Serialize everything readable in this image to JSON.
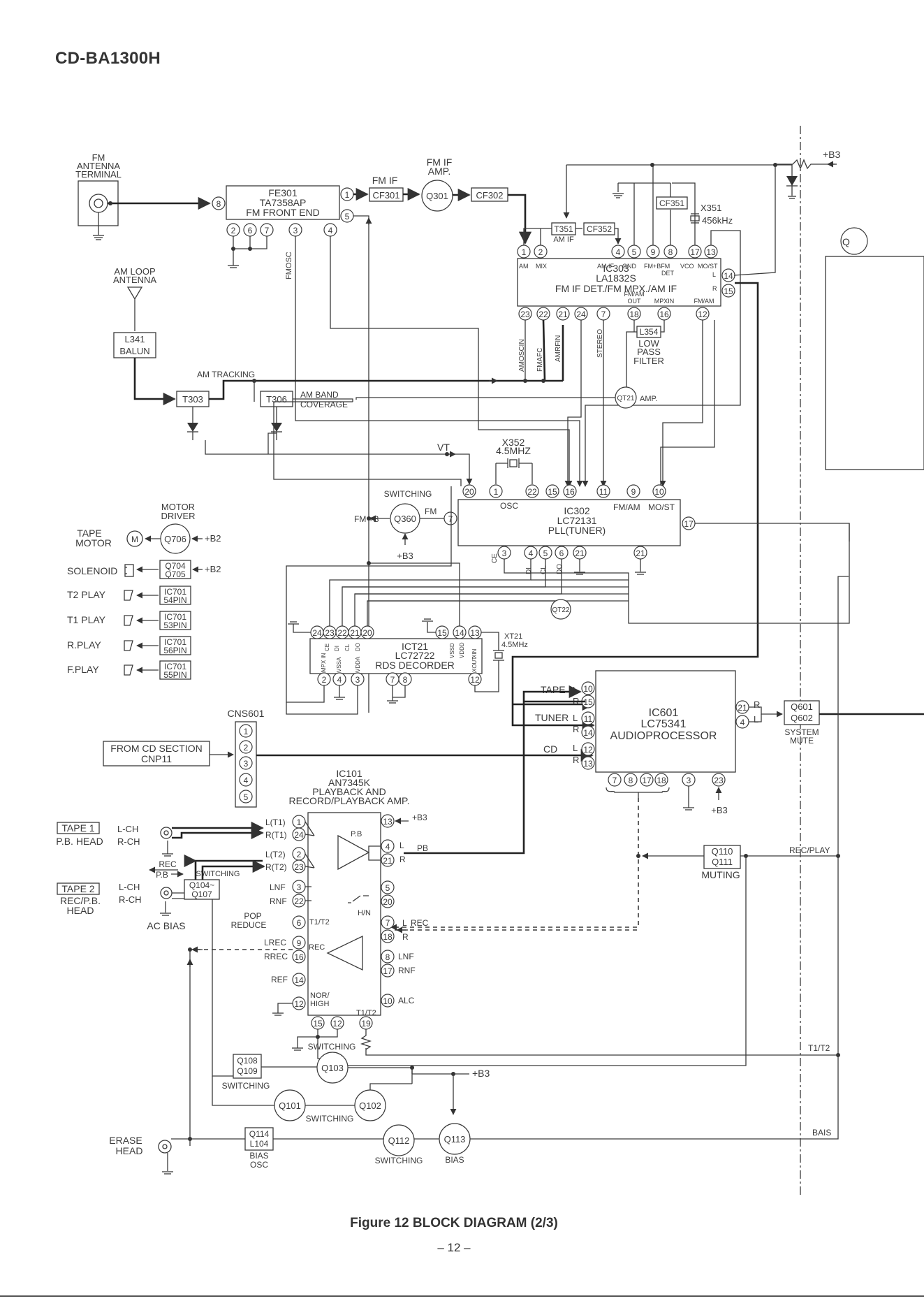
{
  "header": {
    "model": "CD-BA1300H"
  },
  "footer": {
    "caption": "Figure 12 BLOCK DIAGRAM (2/3)",
    "page": "– 12 –"
  },
  "supply": {
    "b3": "+B3",
    "b2": "+B2",
    "fm_b": "FM +B"
  },
  "antenna": {
    "fm": [
      "FM",
      "ANTENNA",
      "TERMINAL"
    ],
    "am": [
      "AM LOOP",
      "ANTENNA"
    ],
    "balun": [
      "L341",
      "BALUN"
    ]
  },
  "fe301": {
    "lines": [
      "FE301",
      "TA7358AP",
      "FM FRONT END"
    ],
    "fmosc": "FMOSC",
    "pins": {
      "p8": "8",
      "p1": "1",
      "p5": "5",
      "p2": "2",
      "p6": "6",
      "p7": "7",
      "p3": "3",
      "p4": "4"
    }
  },
  "fm_if": {
    "label": "FM IF",
    "cf301": "CF301",
    "cf302": "CF302",
    "amp": [
      "FM IF",
      "AMP."
    ],
    "q301": "Q301"
  },
  "am_if": {
    "t351": "T351",
    "cf352": "CF352",
    "label": "AM IF",
    "cf351": "CF351",
    "x351": "X351",
    "freq": "456kHz"
  },
  "ic303": {
    "lines": [
      "IC303",
      "LA1832S",
      "FM IF DET./FM MPX./AM IF"
    ],
    "top_labels": [
      "AM",
      "MIX",
      "AM IF",
      "GND",
      "FM+BFM",
      "DET",
      "VCO",
      "MO/ST",
      "L",
      "R"
    ],
    "bottom_labels": [
      "FM/AM",
      "OUT",
      "MPXIN",
      "FM/AM"
    ],
    "vert_labels": [
      "AMOSCIN",
      "FMAFC",
      "AMRFIN",
      "STEREO"
    ],
    "pins_top": [
      "1",
      "2",
      "4",
      "5",
      "9",
      "8",
      "17",
      "13"
    ],
    "pins_right": [
      "14",
      "15"
    ],
    "pins_bottom": [
      "23",
      "22",
      "21",
      "24",
      "7",
      "18",
      "16",
      "12"
    ]
  },
  "filter": {
    "l354": "L354",
    "lines": [
      "LOW",
      "PASS",
      "FILTER"
    ]
  },
  "am_tuning": {
    "tracking": "AM TRACKING",
    "t303": "T303",
    "t306": "T306",
    "band": [
      "AM BAND",
      "COVERAGE"
    ],
    "vt": "VT",
    "qt21": "QT21",
    "amp": "AMP."
  },
  "ic302": {
    "lines": [
      "IC302",
      "LC72131",
      "PLL(TUNER)"
    ],
    "labels": [
      "OSC",
      "FM/AM",
      "MO/ST"
    ],
    "x352": [
      "X352",
      "4.5MHZ"
    ],
    "pins_top": [
      "20",
      "1",
      "22",
      "15",
      "16",
      "11",
      "9",
      "10"
    ],
    "pin_right": "17",
    "pins_bottom": [
      "3",
      "4",
      "5",
      "6",
      "21",
      "21"
    ],
    "bottom_vert": [
      "CE",
      "DI",
      "CL",
      "DO"
    ]
  },
  "switching": {
    "label": "SWITCHING",
    "q360": "Q360",
    "fm": "FM",
    "pin7": "7"
  },
  "motor": {
    "header": [
      "MOTOR",
      "DRIVER"
    ],
    "tape": [
      "TAPE",
      "MOTOR"
    ],
    "m": "M",
    "q706": "Q706"
  },
  "controls": [
    {
      "label": "SOLENOID",
      "box": [
        "Q704",
        "Q705"
      ],
      "supply": "+B2"
    },
    {
      "label": "T2 PLAY",
      "box": [
        "IC701",
        "54PIN"
      ]
    },
    {
      "label": "T1 PLAY",
      "box": [
        "IC701",
        "53PIN"
      ]
    },
    {
      "label": "R.PLAY",
      "box": [
        "IC701",
        "56PIN"
      ]
    },
    {
      "label": "F.PLAY",
      "box": [
        "IC701",
        "55PIN"
      ]
    }
  ],
  "ict21": {
    "lines": [
      "ICT21",
      "LC72722",
      "RDS DECORDER"
    ],
    "pins_top": [
      "24",
      "23",
      "22",
      "21",
      "20",
      "15",
      "14",
      "13"
    ],
    "pins_bottom": [
      "2",
      "4",
      "3",
      "7",
      "8",
      "12"
    ],
    "inner": [
      "CE",
      "DI",
      "CL",
      "DO",
      "VSSD",
      "VDDD",
      "XIN",
      "MPX IN",
      "VSSA",
      "VDDA",
      "XOUT"
    ],
    "xt21": [
      "XT21",
      "4.5MHz"
    ],
    "qt22": "QT22"
  },
  "ic601": {
    "lines": [
      "IC601",
      "LC75341",
      "AUDIOPROCESSOR"
    ],
    "inputs": [
      {
        "name": "TAPE",
        "l": "10",
        "r": "15"
      },
      {
        "name": "TUNER",
        "l": "11",
        "r": "14"
      },
      {
        "name": "CD",
        "l": "12",
        "r": "13"
      }
    ],
    "pins_out": [
      "21",
      "4"
    ],
    "out_labels": [
      "R",
      "L"
    ],
    "pins_bottom": [
      "7",
      "8",
      "17",
      "18",
      "3",
      "23"
    ],
    "lr": [
      "L",
      "R"
    ]
  },
  "mute": {
    "q601": "Q601",
    "q602": "Q602",
    "lines": [
      "SYSTEM",
      "MUTE"
    ]
  },
  "cd_input": {
    "cns601": "CNS601",
    "pins": [
      "1",
      "2",
      "3",
      "4",
      "5"
    ],
    "from": [
      "FROM CD SECTION",
      "CNP11"
    ]
  },
  "ic101": {
    "lines": [
      "IC101",
      "AN7345K",
      "PLAYBACK AND",
      "RECORD/PLAYBACK AMP."
    ],
    "left_pins": [
      {
        "lab": "L(T1)",
        "pin": "1"
      },
      {
        "lab": "R(T1)",
        "pin": "24"
      },
      {
        "lab": "L(T2)",
        "pin": "2"
      },
      {
        "lab": "R(T2)",
        "pin": "23"
      },
      {
        "lab": "LNF",
        "pin": "3"
      },
      {
        "lab": "RNF",
        "pin": "22"
      },
      {
        "lab": "T1/T2",
        "pin": "6"
      },
      {
        "lab": "LREC",
        "pin": "9"
      },
      {
        "lab": "RREC",
        "pin": "16"
      },
      {
        "lab": "REF",
        "pin": "14"
      },
      {
        "lab": "NOR/",
        "pin": "12"
      }
    ],
    "right_pins": [
      "13",
      "4",
      "21",
      "5",
      "20",
      "7",
      "18",
      "8",
      "17",
      "10"
    ],
    "right_labels": [
      "+B3",
      "L",
      "R",
      "L",
      "REC",
      "R",
      "LNF",
      "RNF",
      "ALC"
    ],
    "pins_bottom": [
      "15",
      "12",
      "19"
    ],
    "inner": [
      "P.B",
      "H/N",
      "REC",
      "HIGH",
      "T1/T2"
    ],
    "pop": [
      "POP",
      "REDUCE"
    ],
    "pb": "PB"
  },
  "heads": {
    "tape1": [
      "TAPE 1",
      "P.B. HEAD"
    ],
    "tape2": [
      "TAPE 2",
      "REC/P.B.",
      "HEAD"
    ],
    "erase": [
      "ERASE",
      "HEAD"
    ],
    "lch": "L-CH",
    "rch": "R-CH",
    "rec": "REC",
    "pb": "P.B",
    "ac_bias": "AC BIAS"
  },
  "transistors": {
    "q104": [
      "Q104~",
      "Q107"
    ],
    "sw": "SWITCHING",
    "q108": [
      "Q108",
      "Q109"
    ],
    "q103": "Q103",
    "q101": "Q101",
    "q102": "Q102",
    "q112": "Q112",
    "q113": "Q113",
    "q114": [
      "Q114",
      "L104"
    ],
    "bias_osc": [
      "BIAS",
      "OSC"
    ],
    "bias": "BIAS"
  },
  "muting": {
    "box": [
      "Q110",
      "Q111"
    ],
    "label": "MUTING",
    "rec_play": "REC/PLAY",
    "t1t2": "T1/T2",
    "bais": "BAIS"
  },
  "edge": {
    "q": "Q"
  }
}
